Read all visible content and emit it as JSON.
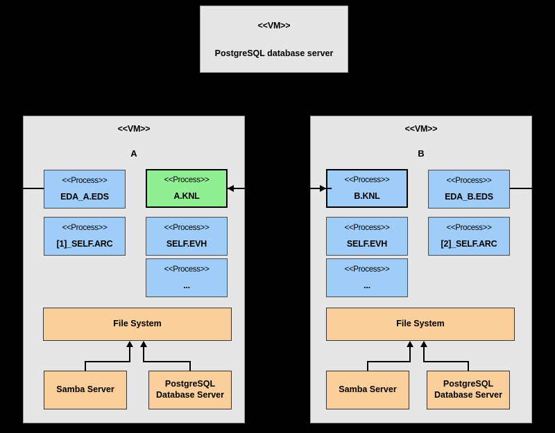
{
  "diagram": {
    "title": "UML deployment diagram",
    "background_color": "#000000",
    "colors": {
      "vm_fill": "#e6e6e6",
      "process_fill": "#9fcdf8",
      "kernel_highlight_fill": "#92ee92",
      "storage_fill": "#fbcf9c",
      "border": "#333333"
    }
  },
  "top_vm": {
    "stereotype": "<<VM>>",
    "name": "PostgreSQL database server"
  },
  "vm_a": {
    "stereotype": "<<VM>>",
    "name": "A",
    "processes": [
      {
        "stereotype": "<<Process>>",
        "name": "EDA_A.EDS",
        "style": "blue"
      },
      {
        "stereotype": "<<Process>>",
        "name": "A.KNL",
        "style": "green-kernel"
      },
      {
        "stereotype": "<<Process>>",
        "name": "[1]_SELF.ARC",
        "style": "blue"
      },
      {
        "stereotype": "<<Process>>",
        "name": "SELF.EVH",
        "style": "blue"
      },
      {
        "stereotype": "<<Process>>",
        "name": "...",
        "style": "blue"
      }
    ],
    "file_system": "File System",
    "servers": [
      "Samba Server",
      "PostgreSQL\nDatabase Server"
    ],
    "server_samba": "Samba Server",
    "server_pg_line1": "PostgreSQL",
    "server_pg_line2": "Database Server"
  },
  "vm_b": {
    "stereotype": "<<VM>>",
    "name": "B",
    "processes": [
      {
        "stereotype": "<<Process>>",
        "name": "B.KNL",
        "style": "blue-kernel"
      },
      {
        "stereotype": "<<Process>>",
        "name": "EDA_B.EDS",
        "style": "blue"
      },
      {
        "stereotype": "<<Process>>",
        "name": "SELF.EVH",
        "style": "blue"
      },
      {
        "stereotype": "<<Process>>",
        "name": "[2]_SELF.ARC",
        "style": "blue"
      },
      {
        "stereotype": "<<Process>>",
        "name": "...",
        "style": "blue"
      }
    ],
    "file_system": "File System",
    "server_samba": "Samba Server",
    "server_pg_line1": "PostgreSQL",
    "server_pg_line2": "Database Server"
  }
}
